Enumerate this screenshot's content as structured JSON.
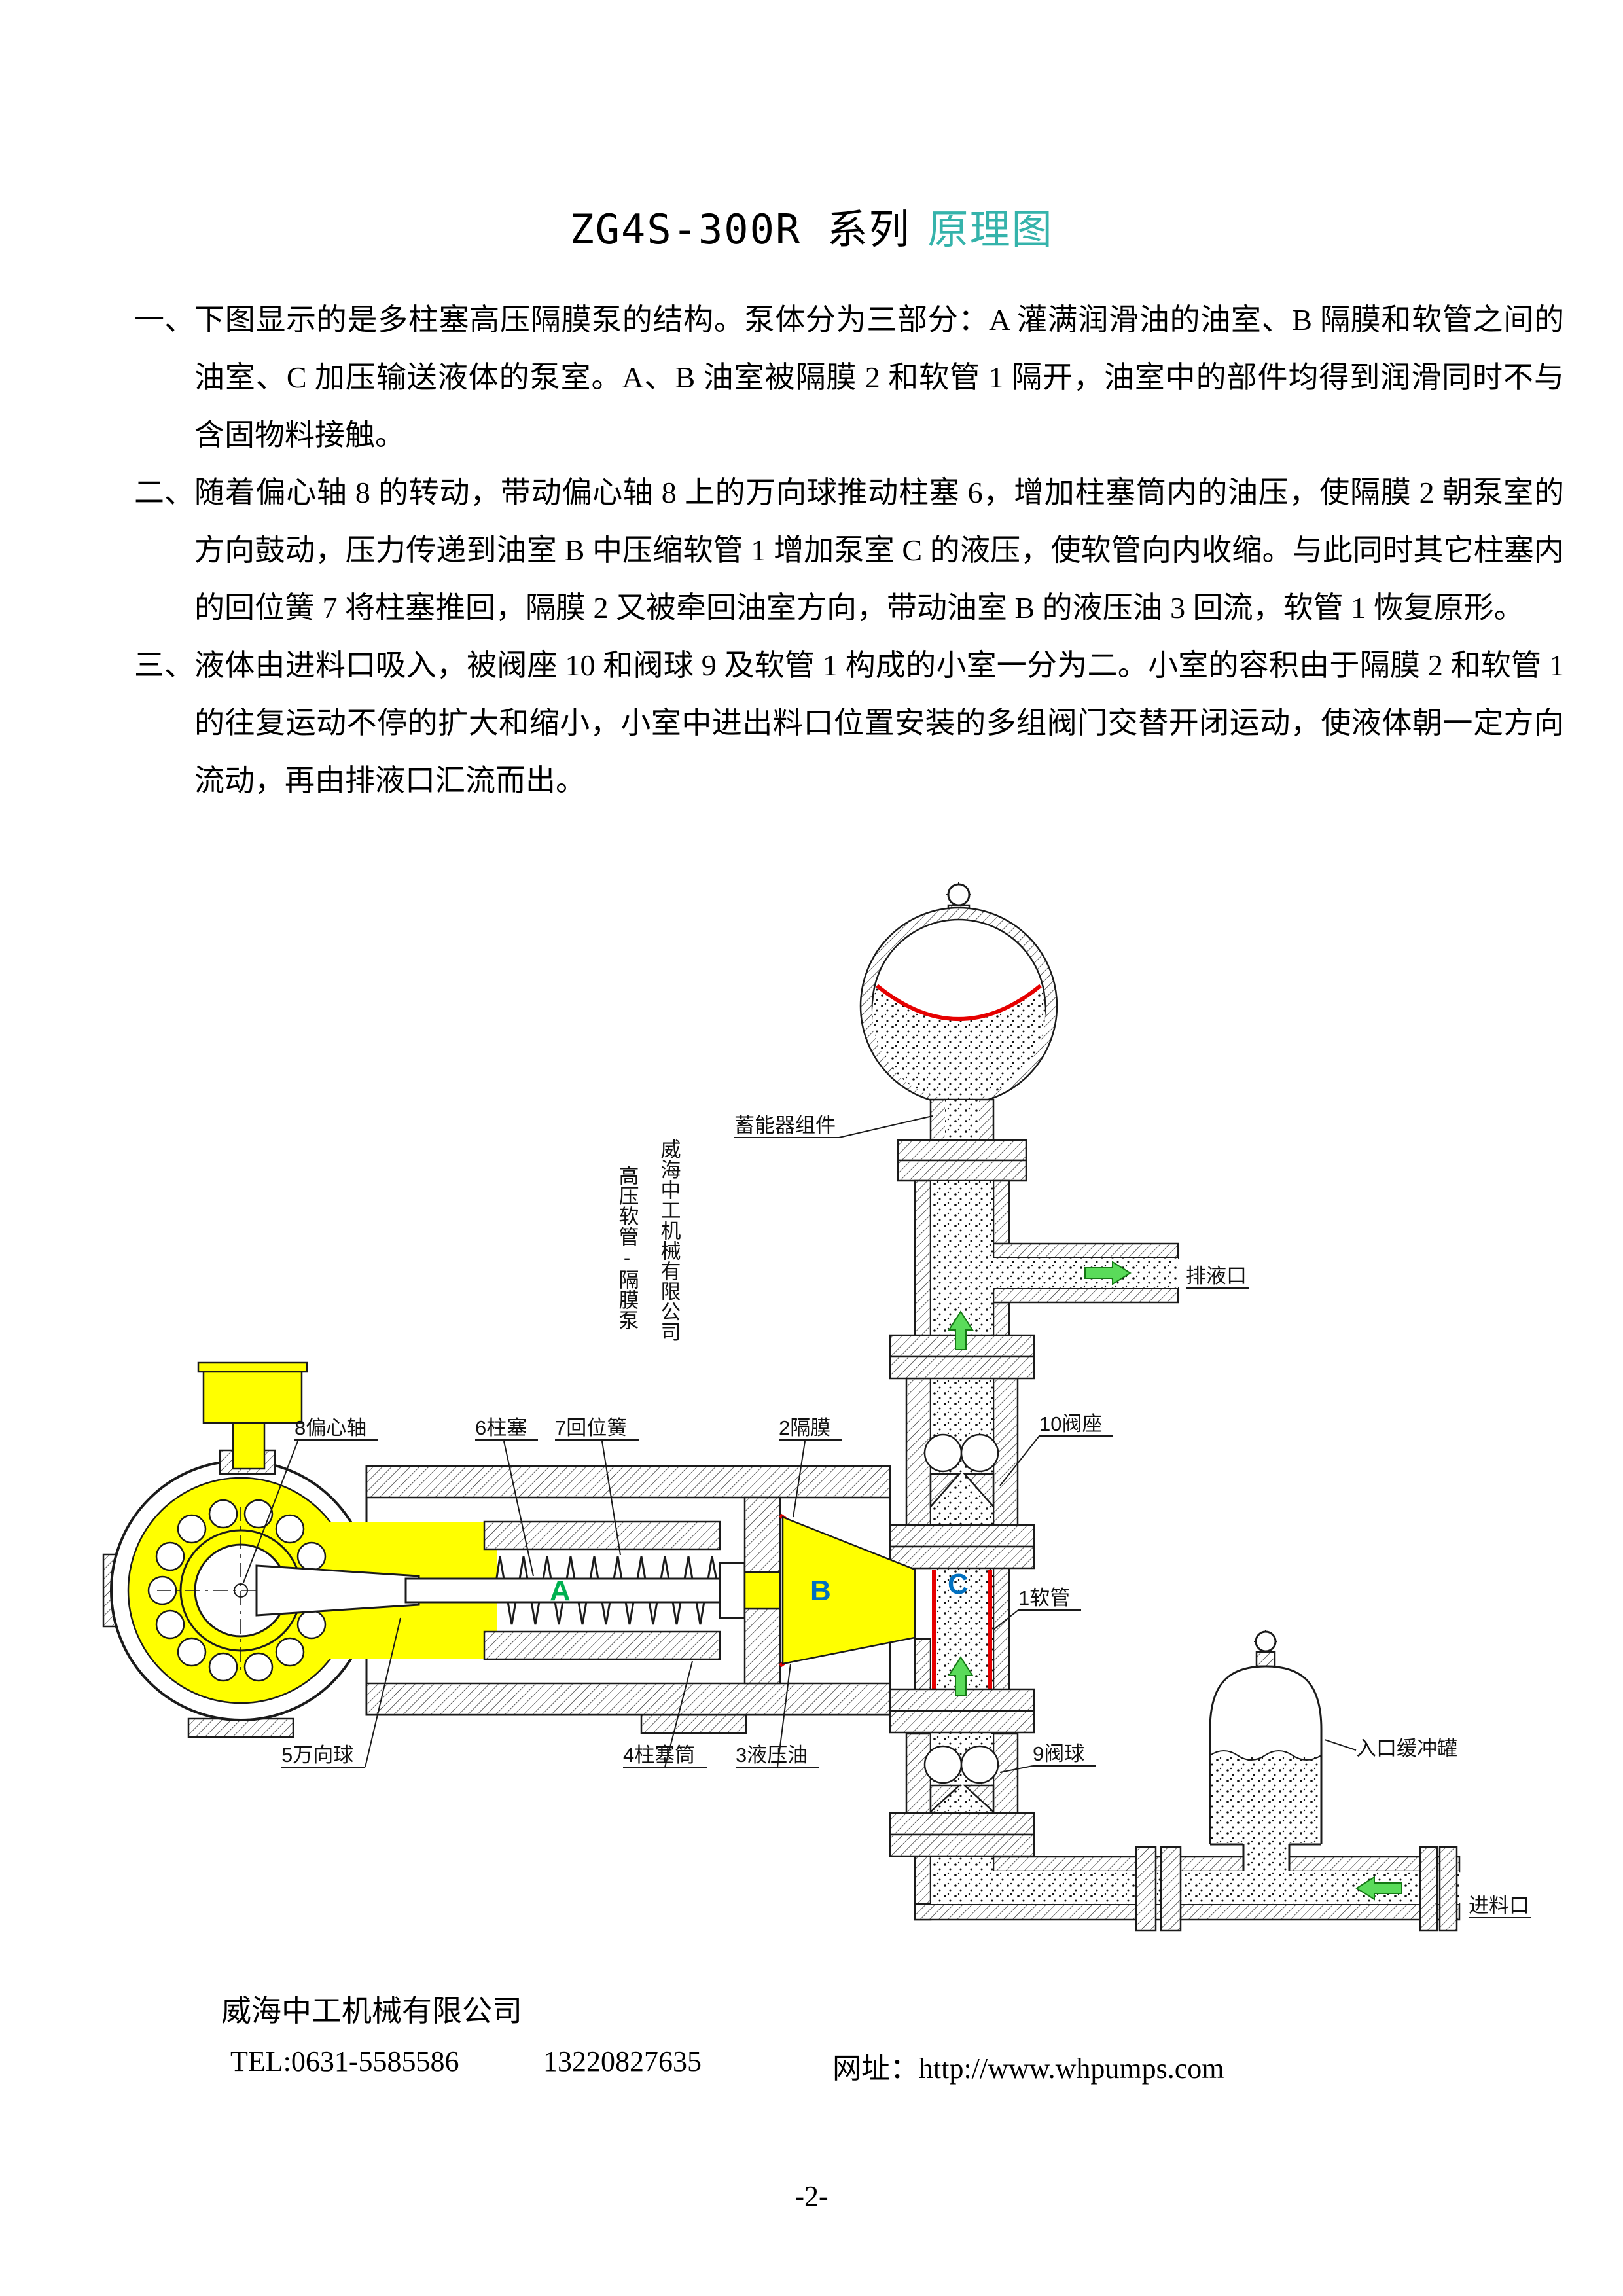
{
  "title": {
    "main": "ZG4S-300R 系列",
    "accent": "原理图",
    "accent_color": "#35b3ab"
  },
  "paragraphs": [
    {
      "marker": "一、",
      "text": "下图显示的是多柱塞高压隔膜泵的结构。泵体分为三部分：A 灌满润滑油的油室、B 隔膜和软管之间的油室、C 加压输送液体的泵室。A、B 油室被隔膜 2 和软管 1 隔开，油室中的部件均得到润滑同时不与含固物料接触。"
    },
    {
      "marker": "二、",
      "text": "随着偏心轴 8 的转动，带动偏心轴 8 上的万向球推动柱塞 6，增加柱塞筒内的油压，使隔膜 2 朝泵室的方向鼓动，压力传递到油室 B 中压缩软管 1 增加泵室 C 的液压，使软管向内收缩。与此同时其它柱塞内的回位簧 7 将柱塞推回，隔膜 2 又被牵回油室方向，带动油室 B 的液压油 3 回流，软管 1 恢复原形。"
    },
    {
      "marker": "三、",
      "text": "液体由进料口吸入，被阀座 10 和阀球 9 及软管 1 构成的小室一分为二。小室的容积由于隔膜 2 和软管 1 的往复运动不停的扩大和缩小，小室中进出料口位置安装的多组阀门交替开闭运动，使液体朝一定方向流动，再由排液口汇流而出。"
    }
  ],
  "diagram": {
    "labels": {
      "accumulator": "蓄能器组件",
      "discharge_port": "排液口",
      "inlet_port": "进料口",
      "inlet_tank": "入口缓冲罐",
      "part_8": "8偏心轴",
      "part_6": "6柱塞",
      "part_7": "7回位簧",
      "part_2": "2隔膜",
      "part_10": "10阀座",
      "part_1": "1软管",
      "part_9": "9阀球",
      "part_5": "5万向球",
      "part_4": "4柱塞筒",
      "part_3": "3液压油",
      "chamber_a": "A",
      "chamber_b": "B",
      "chamber_c": "C",
      "vertical_company": "威海中工机械有限公司",
      "vertical_product": "高压软管-隔膜泵"
    },
    "colors": {
      "oil": "#ffff00",
      "hose_diaphragm": "#e60000",
      "flow_arrow": "#5adb5a",
      "chamber_a_text": "#00b050",
      "chamber_bc_text": "#0070c0"
    }
  },
  "footer": {
    "company": "威海中工机械有限公司",
    "tel": "TEL:0631-5585586",
    "mobile": "13220827635",
    "website": "网址：http://www.whpumps.com"
  },
  "page_number": "-2-"
}
